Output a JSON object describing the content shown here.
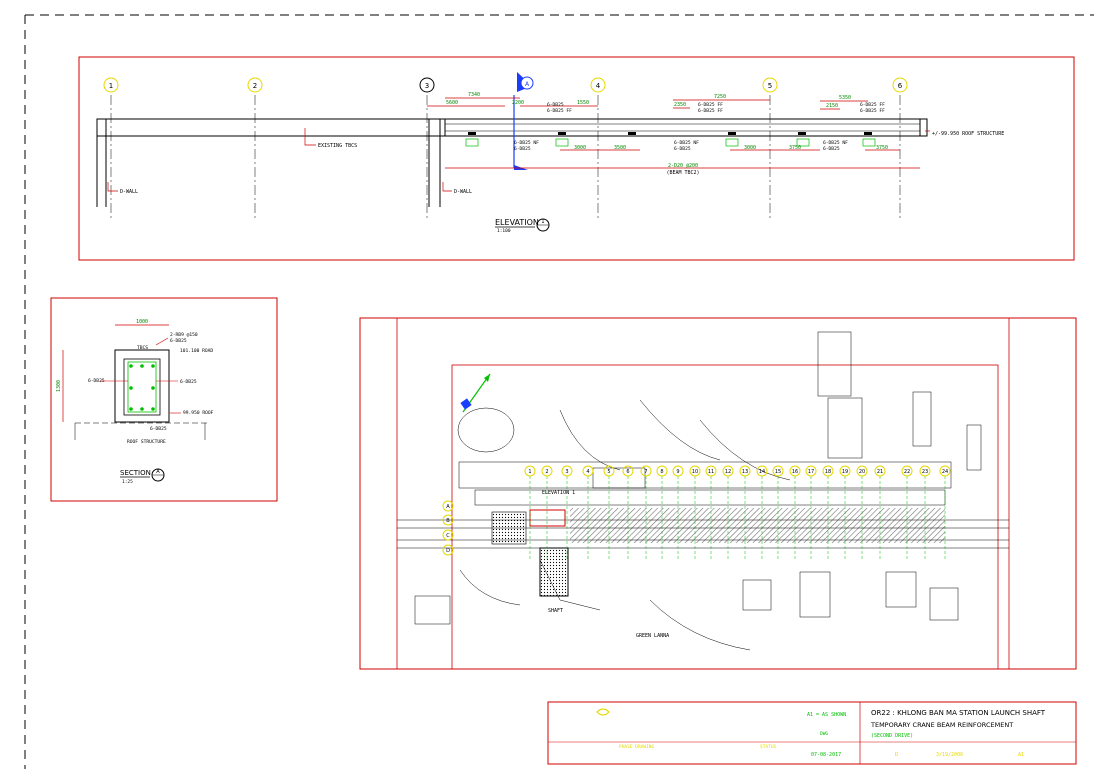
{
  "drawing": {
    "colors": {
      "frame": "#d00000",
      "dim": "#00c000",
      "dimText": "#008800",
      "grid": "#e6d800",
      "text": "#000000",
      "north": "#1a3cff",
      "border": "#000000"
    },
    "elevation": {
      "title": "ELEVATION",
      "scale": "1:100",
      "marker": "1",
      "gridlines": [
        "1",
        "2",
        "3",
        "4",
        "5",
        "6"
      ],
      "section_marker": "A",
      "labels": {
        "d_wall_1": "D-WALL",
        "d_wall_2": "D-WALL",
        "existing_tbcs": "EXISTING TBCS",
        "roof_structure": "+/-99.950 ROOF STRUCTURE",
        "beam_new": "2-D20 @200",
        "beam_new_sub": "(BEAM TBC2)"
      },
      "dims_top": [
        "5600",
        "7340",
        "2200",
        "1550",
        "7250",
        "2350",
        "5350",
        "2150"
      ],
      "dims_bottom": [
        "3000",
        "3500",
        "3000",
        "3750",
        "3750"
      ],
      "rebar_notes": [
        "6-DB25",
        "6-DB25 FF",
        "6-DB25 NF",
        "6-DB25",
        "6-DB25 FF",
        "6-DB25 NF",
        "6-DB25",
        "6-DB25 FF",
        "6-DB25 NF",
        "6-DB25 FF",
        "6-DB25",
        "6-DB25 NF"
      ]
    },
    "section": {
      "title": "SECTION",
      "marker": "A",
      "scale": "1:25",
      "width_dim": "1000",
      "height_dim": "1300",
      "labels": [
        "2-RB9 @150",
        "6-DB25",
        "TBCS",
        "101.100 ROAD",
        "6-DB25",
        "6-DB25",
        "99.950 ROOF",
        "ROOF STRUCTURE",
        "6-DB25"
      ]
    },
    "plan": {
      "gridlines": [
        "1",
        "2",
        "3",
        "4",
        "5",
        "6",
        "7",
        "8",
        "9",
        "10",
        "11",
        "12",
        "13",
        "14",
        "15",
        "16",
        "17",
        "18",
        "19",
        "20",
        "21",
        "22",
        "23",
        "24"
      ],
      "left_grid": [
        "A",
        "B",
        "C",
        "D"
      ],
      "labels": {
        "elevation_tag": "ELEVATION 1",
        "road_bottom": "GREEN LANNA",
        "shaft": "SHAFT"
      }
    },
    "title_block": {
      "project": "OR22 : KHLONG BAN MA STATION LAUNCH SHAFT",
      "subtitle": "TEMPORARY CRANE BEAM REINFORCEMENT",
      "sub2": "(SECOND DRIVE)",
      "scale": "A1 = AS SHOWN",
      "scale_sub": "DWG",
      "date": "07-08-2017",
      "rev": "D",
      "drawing_no": "3/19/2006",
      "sheet": "A1",
      "left_text": "PHASE DRAWING",
      "mid_text": "STATUS"
    }
  }
}
